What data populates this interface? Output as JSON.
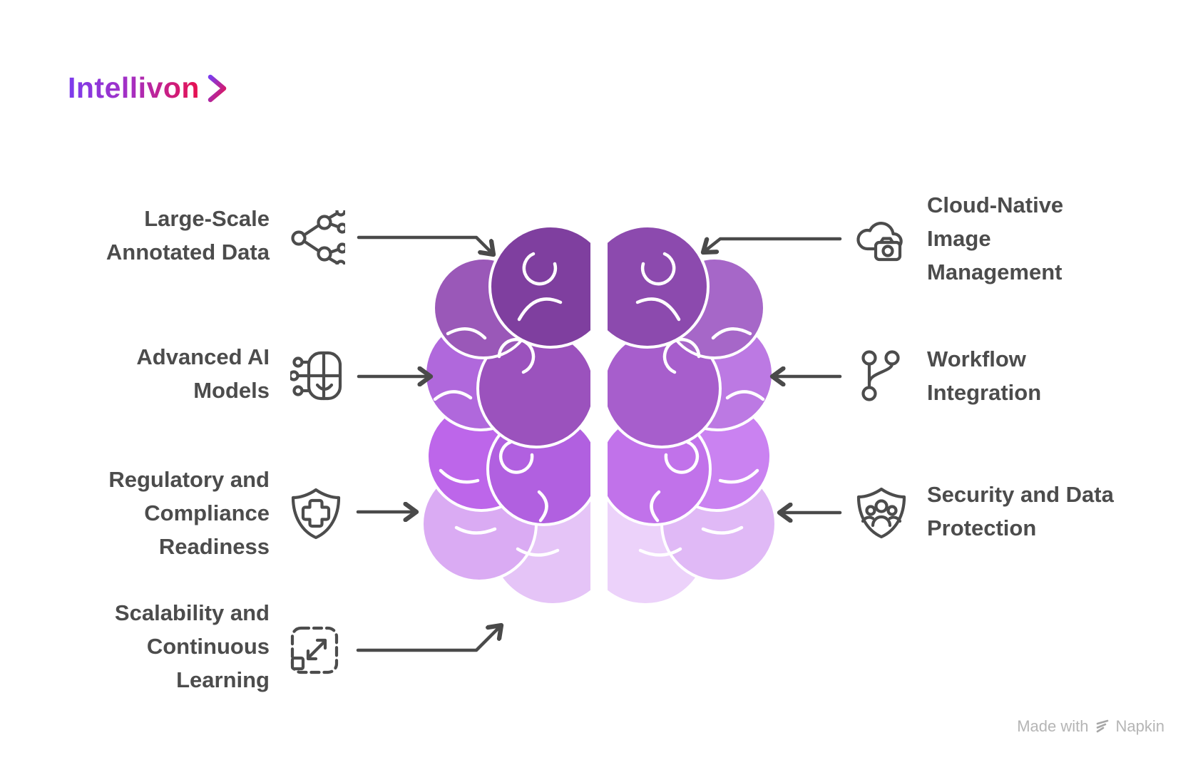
{
  "logo": {
    "text": "Intellivon",
    "gradient": [
      "#7c3ced",
      "#a52fc2",
      "#e8114e"
    ]
  },
  "watermark": {
    "prefix": "Made with",
    "brand": "Napkin",
    "color": "#b5b5b5"
  },
  "colors": {
    "label_text": "#4c4c4c",
    "line": "#4a4a4a",
    "background": "#ffffff"
  },
  "features_left": [
    {
      "icon": "network-tree-icon",
      "lines": [
        "Large-Scale",
        "Annotated Data"
      ]
    },
    {
      "icon": "ai-model-icon",
      "lines": [
        "Advanced AI",
        "Models"
      ]
    },
    {
      "icon": "shield-plus-icon",
      "lines": [
        "Regulatory and",
        "Compliance",
        "Readiness"
      ]
    },
    {
      "icon": "expand-icon",
      "lines": [
        "Scalability and",
        "Continuous",
        "Learning"
      ]
    }
  ],
  "features_right": [
    {
      "icon": "cloud-camera-icon",
      "lines": [
        "Cloud-Native",
        "Image",
        "Management"
      ]
    },
    {
      "icon": "git-branch-icon",
      "lines": [
        "Workflow",
        "Integration"
      ]
    },
    {
      "icon": "shield-people-icon",
      "lines": [
        "Security and Data",
        "Protection"
      ]
    }
  ],
  "brain": {
    "left_colors": [
      "#e5c4f7",
      "#daabf3",
      "#bd66ea",
      "#b160e0",
      "#b068dc",
      "#9b52bd",
      "#9a58b8",
      "#7f3f9f"
    ],
    "right_colors": [
      "#ecd2fa",
      "#e0b9f6",
      "#ca82f1",
      "#c172ea",
      "#bc79e3",
      "#a75ecc",
      "#a667c8",
      "#8c4aae"
    ]
  }
}
